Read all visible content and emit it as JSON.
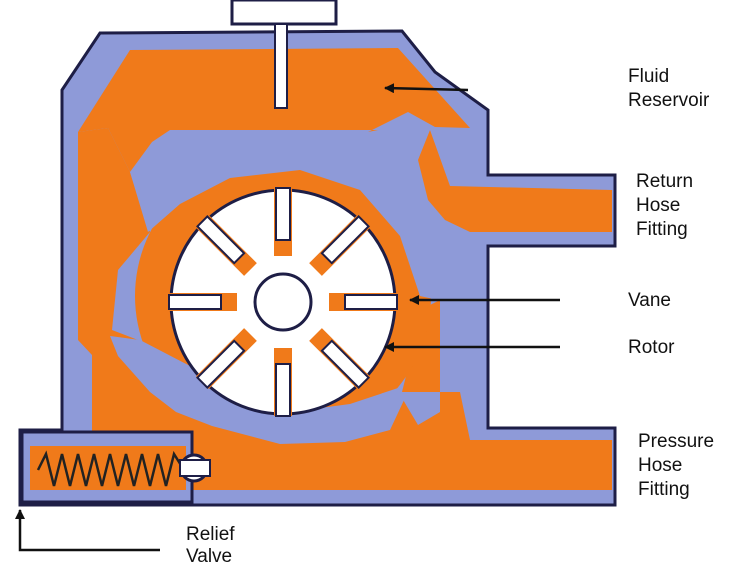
{
  "diagram": {
    "colors": {
      "housing": "#8E9AD8",
      "fluid": "#F07A1A",
      "rotor": "#FFFFFF",
      "outline": "#1E1E46",
      "spring": "#222222"
    },
    "labels": {
      "fluid_reservoir": [
        "Fluid",
        "Reservoir"
      ],
      "return_hose_fitting": [
        "Return",
        "Hose",
        "Fitting"
      ],
      "vane": [
        "Vane"
      ],
      "rotor": [
        "Rotor"
      ],
      "pressure_hose_fitting": [
        "Pressure",
        "Hose",
        "Fitting"
      ],
      "relief_valve": [
        "Relief",
        "Valve"
      ]
    }
  }
}
